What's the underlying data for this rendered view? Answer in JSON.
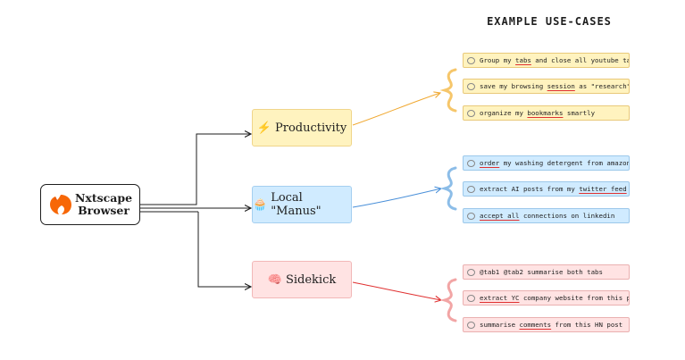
{
  "heading": "EXAMPLE USE-CASES",
  "root": {
    "line1": "Nxtscape",
    "line2": "Browser"
  },
  "colors": {
    "yellow": "#fab005",
    "blue": "#4a90d9",
    "red": "#e03131",
    "line": "#1e1e1e"
  },
  "categories": [
    {
      "label": "Productivity",
      "icon": "⚡",
      "items": [
        [
          "Group my ",
          {
            "u": "tabs"
          },
          " and close all youtube tabs"
        ],
        [
          "save my browsing ",
          {
            "u": "session"
          },
          " as \"research\""
        ],
        [
          "organize my ",
          {
            "u": "bookmarks"
          },
          " smartly"
        ]
      ]
    },
    {
      "label": "Local \"Manus\"",
      "icon": "🧁",
      "items": [
        [
          {
            "u": "order"
          },
          " my washing detergent from amazon"
        ],
        [
          "extract AI posts from my ",
          {
            "u": "twitter feed"
          }
        ],
        [
          {
            "u": "accept all"
          },
          " connections on linkedin"
        ]
      ]
    },
    {
      "label": "Sidekick",
      "icon": "🧠",
      "items": [
        [
          "@tab1 @tab2 summarise both tabs"
        ],
        [
          {
            "u": "extract YC"
          },
          " company website from this page"
        ],
        [
          "summarise ",
          {
            "u": "comments"
          },
          " from this HN post"
        ]
      ]
    }
  ]
}
